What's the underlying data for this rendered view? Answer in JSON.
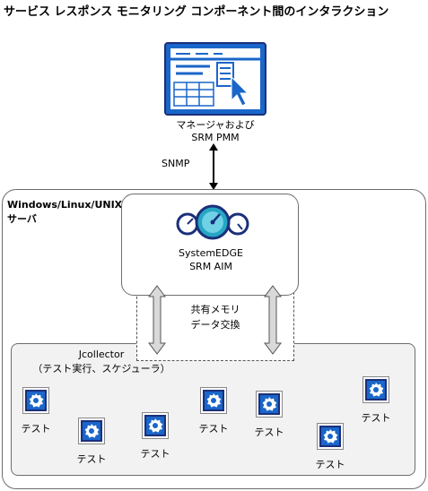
{
  "title": "サービス レスポンス モニタリング コンポーネント間のインタラクション",
  "manager": {
    "line1": "マネージャおよび",
    "line2": "SRM PMM"
  },
  "protocol": "SNMP",
  "server": {
    "line1": "Windows/Linux/UNIX",
    "line2": "サーバ"
  },
  "agent": {
    "line1": "SystemEDGE",
    "line2": "SRM AIM"
  },
  "shared_memory": {
    "line1": "共有メモリ",
    "line2": "データ交換"
  },
  "jcollector": {
    "line1": "Jcollector",
    "line2": "（テスト実行、スケジューラ）"
  },
  "tests": [
    "テスト",
    "テスト",
    "テスト",
    "テスト",
    "テスト",
    "テスト",
    "テスト"
  ],
  "colors": {
    "icon_blue": "#1a66c9",
    "icon_dark": "#1b2f7a",
    "gauge_teal": "#27a6c4",
    "box_gray": "#f2f2f2"
  },
  "icons": [
    "monitor-console-icon",
    "gauges-icon",
    "gear-icon"
  ]
}
